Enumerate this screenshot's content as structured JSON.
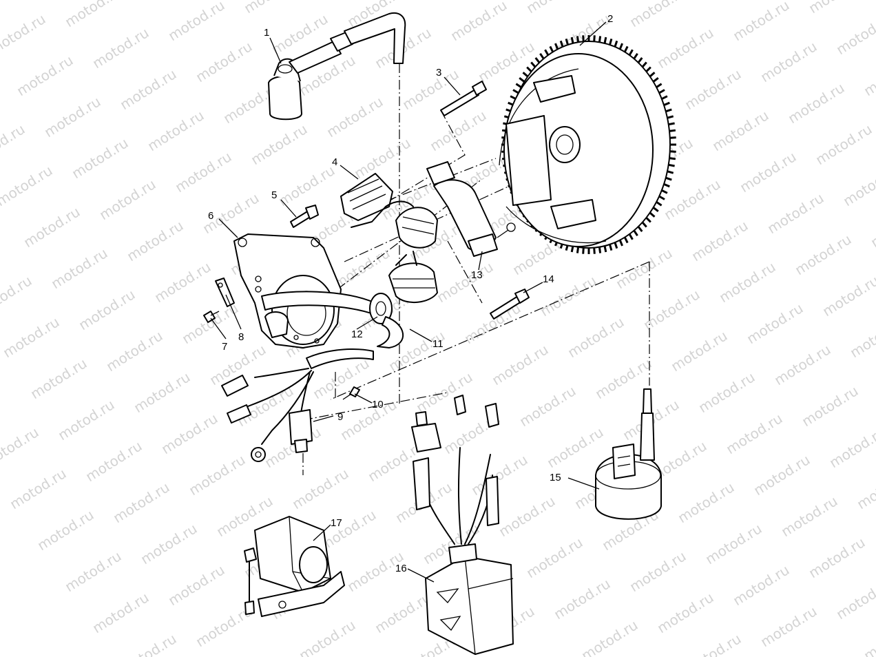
{
  "watermark": {
    "text": "motod.ru"
  },
  "callouts": [
    {
      "id": "1",
      "label": "1"
    },
    {
      "id": "2",
      "label": "2"
    },
    {
      "id": "3",
      "label": "3"
    },
    {
      "id": "4",
      "label": "4"
    },
    {
      "id": "5",
      "label": "5"
    },
    {
      "id": "6",
      "label": "6"
    },
    {
      "id": "7",
      "label": "7"
    },
    {
      "id": "8",
      "label": "8"
    },
    {
      "id": "9",
      "label": "9"
    },
    {
      "id": "10",
      "label": "10"
    },
    {
      "id": "11",
      "label": "11"
    },
    {
      "id": "12",
      "label": "12"
    },
    {
      "id": "13",
      "label": "13"
    },
    {
      "id": "14",
      "label": "14"
    },
    {
      "id": "15",
      "label": "15"
    },
    {
      "id": "16",
      "label": "16"
    },
    {
      "id": "17",
      "label": "17"
    }
  ]
}
